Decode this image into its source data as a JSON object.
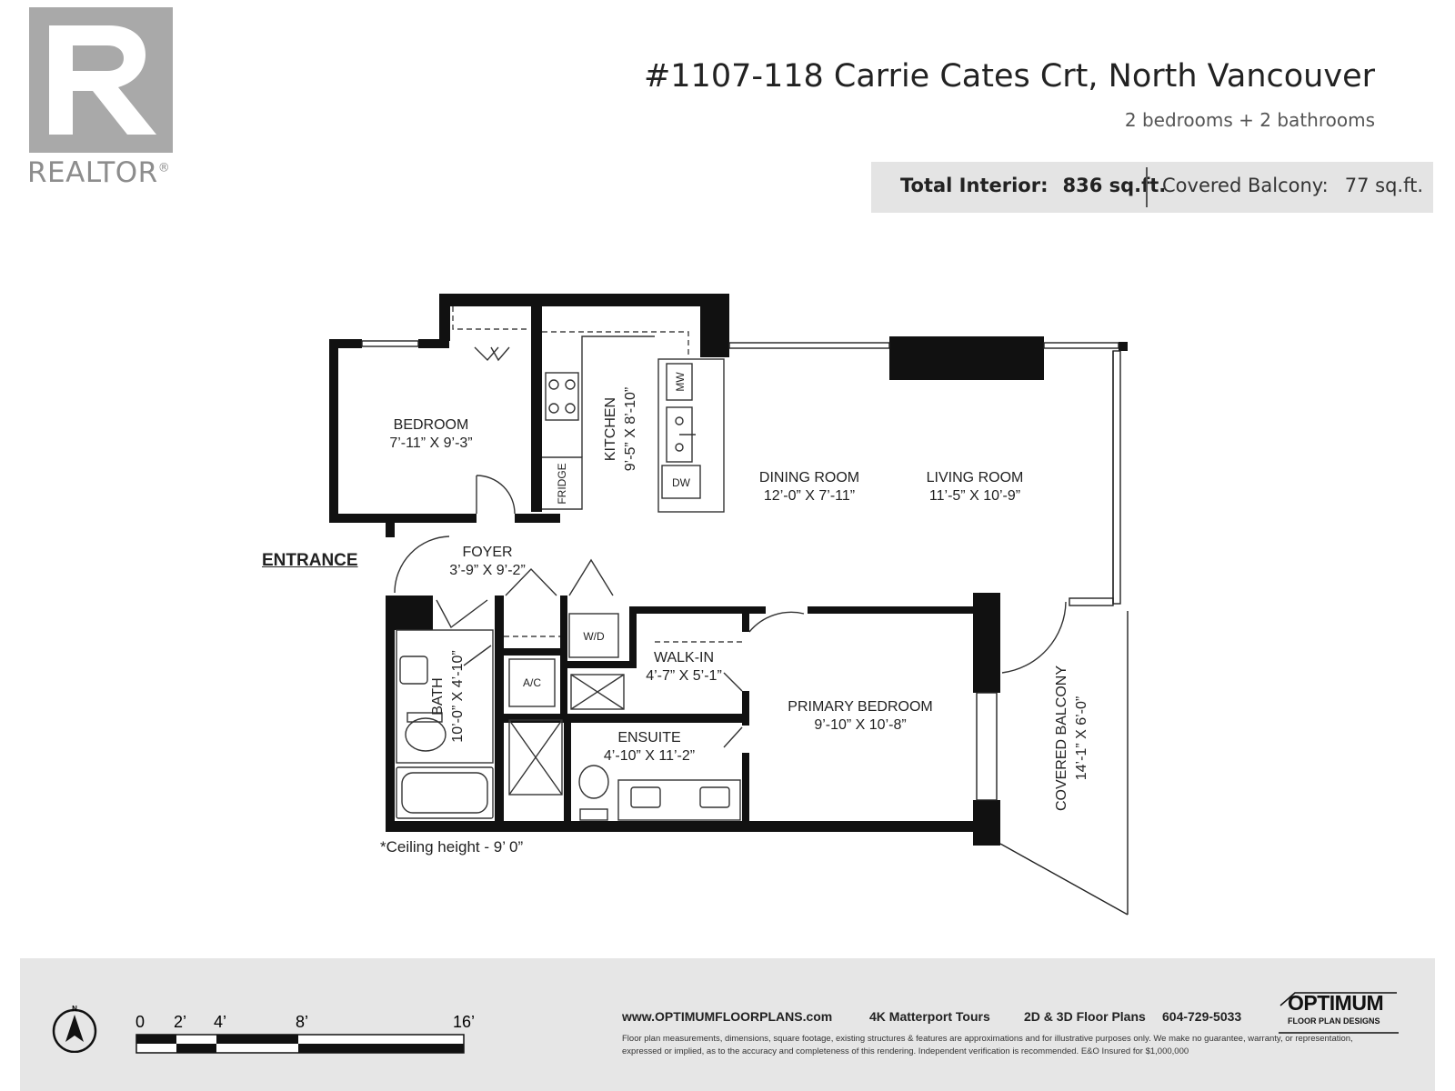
{
  "brand": {
    "realtor_word": "REALTOR",
    "registered_mark": "®"
  },
  "listing": {
    "title": "#1107-118 Carrie Cates Crt, North Vancouver",
    "subtitle": "2 bedrooms + 2 bathrooms",
    "total_interior_label": "Total Interior:",
    "total_interior_value": "836 sq.ft.",
    "balcony_label": "Covered Balcony:",
    "balcony_value": "77 sq.ft."
  },
  "rooms": {
    "bedroom": {
      "name": "BEDROOM",
      "dims": "7’-11” X 9’-3”"
    },
    "kitchen": {
      "name": "KITCHEN",
      "dims": "9’-5” X 8’-10”"
    },
    "dining": {
      "name": "DINING ROOM",
      "dims": "12’-0” X 7’-11”"
    },
    "living": {
      "name": "LIVING ROOM",
      "dims": "11’-5” X 10’-9”"
    },
    "foyer": {
      "name": "FOYER",
      "dims": "3’-9” X 9’-2”"
    },
    "bath": {
      "name": "BATH",
      "dims": "10’-0” X 4’-10”"
    },
    "walkin": {
      "name": "WALK-IN",
      "dims": "4’-7” X 5’-1”"
    },
    "primary": {
      "name": "PRIMARY BEDROOM",
      "dims": "9’-10” X 10’-8”"
    },
    "ensuite": {
      "name": "ENSUITE",
      "dims": "4’-10” X 11’-2”"
    },
    "balcony": {
      "name": "COVERED BALCONY",
      "dims": "14’-1” X 6’-0”"
    }
  },
  "fixtures": {
    "mw": "MW",
    "dw": "DW",
    "fridge": "FRIDGE",
    "wd": "W/D",
    "ac": "A/C"
  },
  "entrance_label": "ENTRANCE",
  "ceiling_note": "*Ceiling height - 9’ 0”",
  "footer": {
    "north_label": "N",
    "scale_ticks": [
      "0",
      "2’",
      "4’",
      "8’",
      "16’"
    ],
    "website": "www.OPTIMUMFLOORPLANS.com",
    "service_1": "4K Matterport Tours",
    "service_2": "2D & 3D Floor Plans",
    "phone": "604-729-5033",
    "logo_main": "OPTIMUM",
    "logo_sub": "FLOOR PLAN DESIGNS",
    "disclaimer": "Floor plan measurements, dimensions, square footage, existing structures & features are approximations and for illustrative purposes only. We make no guarantee, warranty, or representation, expressed or implied, as to the accuracy and completeness of this rendering. Independent verification is recommended. E&O Insured for $1,000,000"
  },
  "colors": {
    "wall": "#111111",
    "logo_gray": "#a9a9a9",
    "band_gray": "#e4e4e4"
  }
}
